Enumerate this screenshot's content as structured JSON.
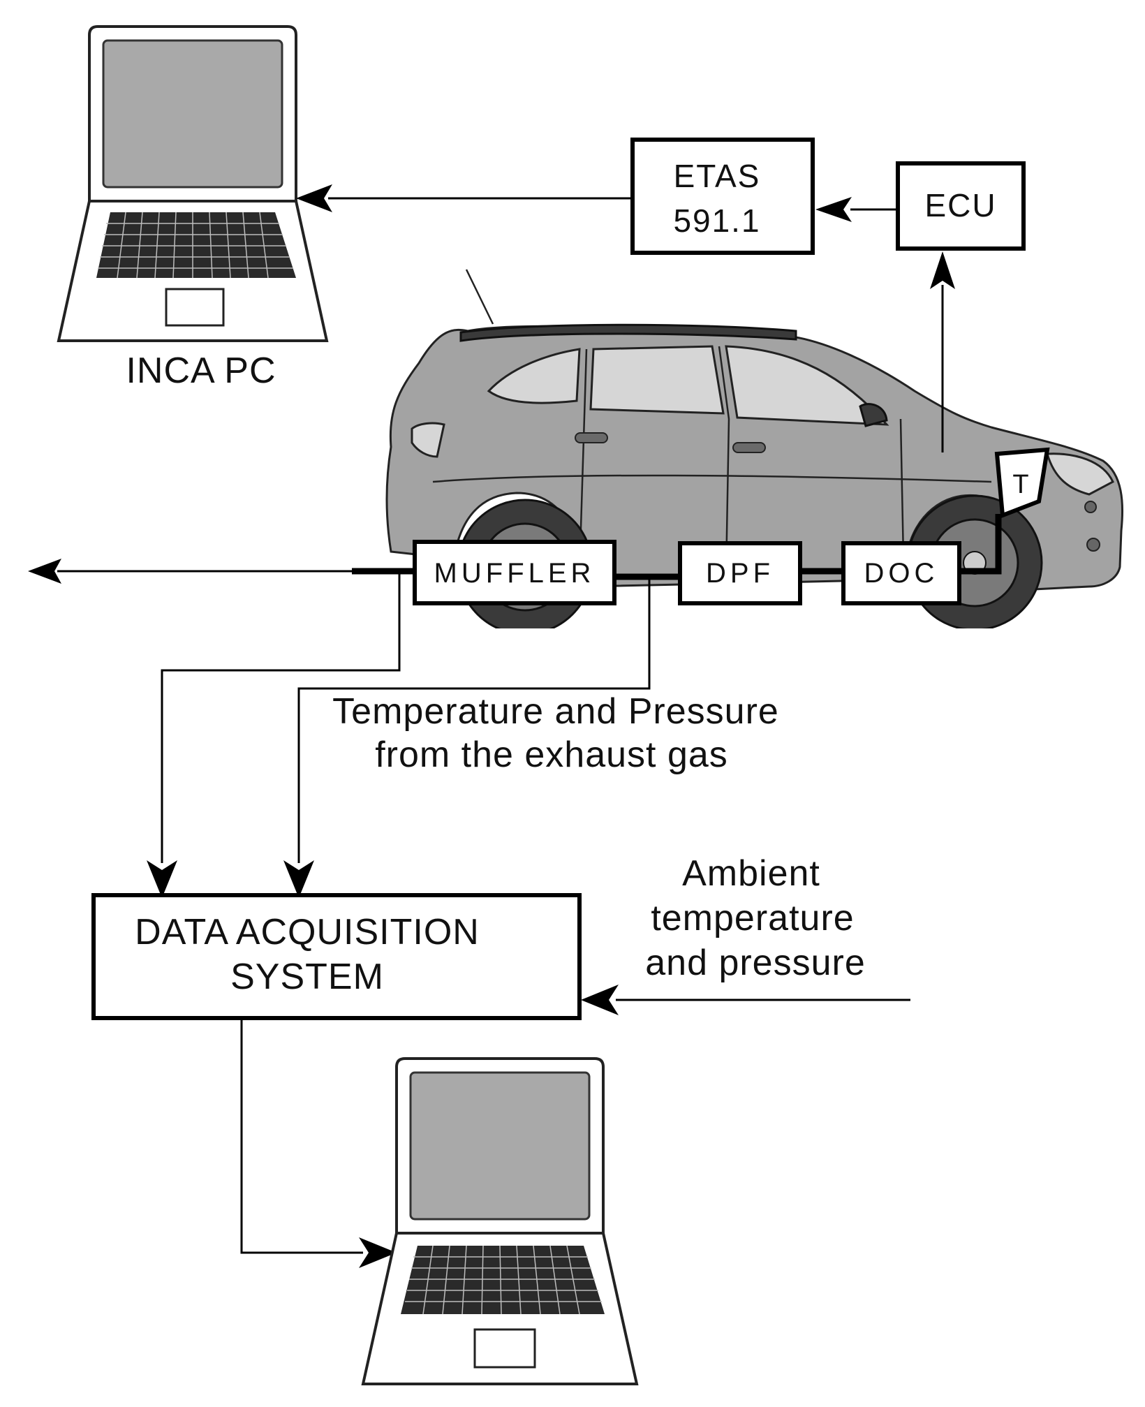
{
  "nodes": {
    "inca_pc": "INCA PC",
    "etas": [
      "ETAS",
      "591.1"
    ],
    "ecu": "ECU",
    "t_sensor": "T",
    "muffler": "MUFFLER",
    "dpf": "DPF",
    "doc": "DOC",
    "daq": [
      "DATA ACQUISITION",
      "SYSTEM"
    ]
  },
  "annotations": {
    "exhaust": [
      "Temperature and Pressure",
      "from the exhaust gas"
    ],
    "ambient": [
      "Ambient",
      "temperature",
      "and pressure"
    ]
  }
}
